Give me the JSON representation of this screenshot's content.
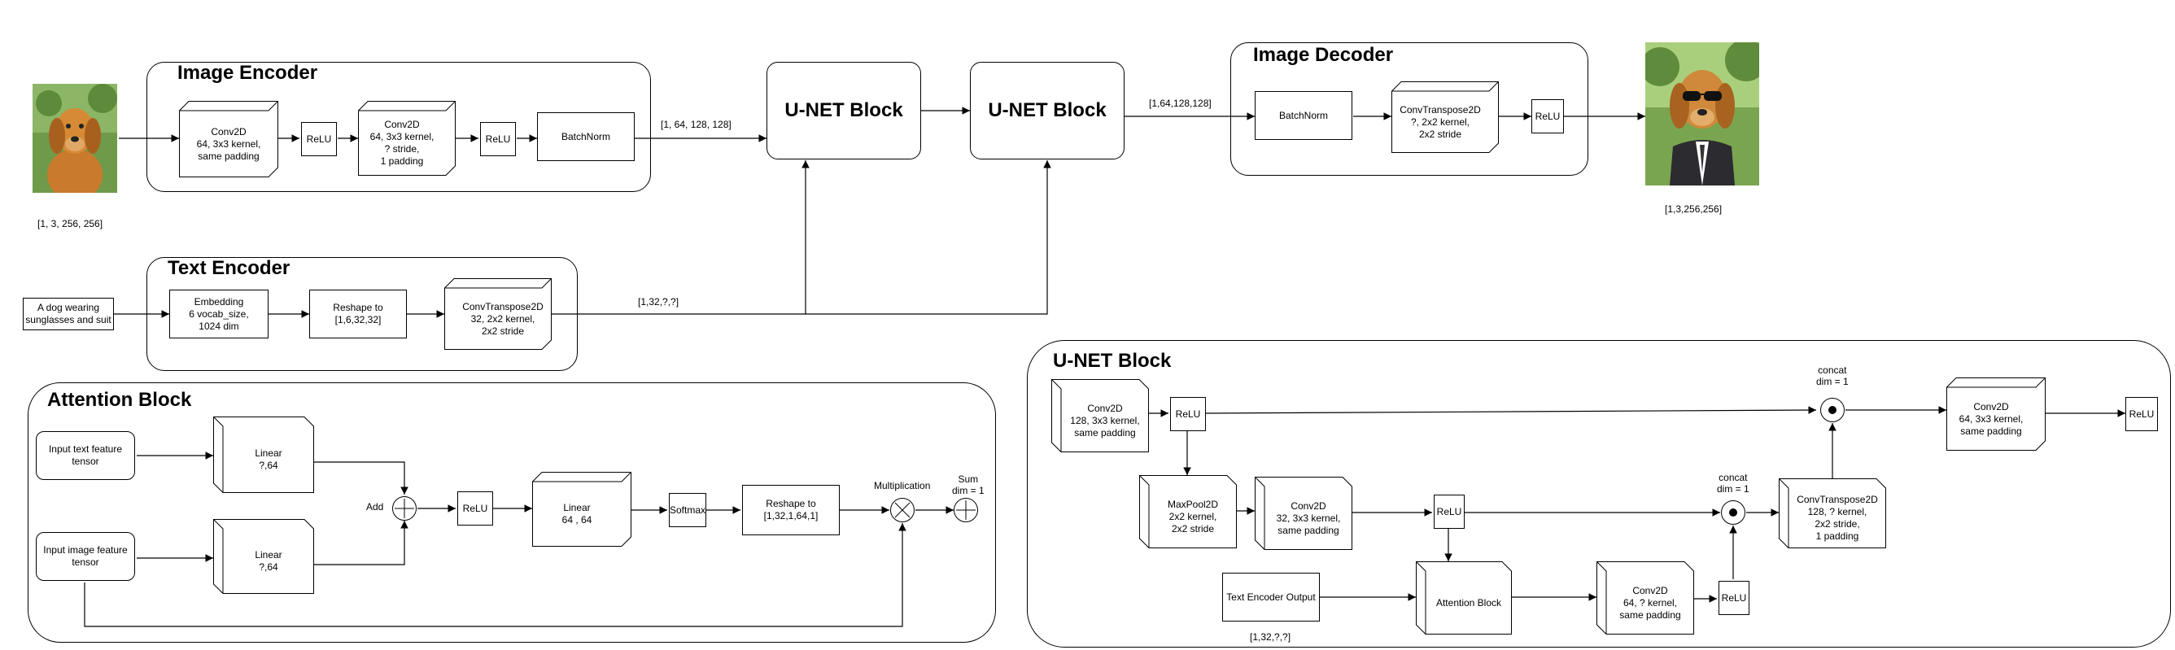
{
  "image_encoder": {
    "title": "Image Encoder",
    "conv1": "Conv2D\n64, 3x3 kernel,\nsame padding",
    "relu1": "ReLU",
    "conv2": "Conv2D\n64, 3x3 kernel,\n? stride,\n1 padding",
    "relu2": "ReLU",
    "batchnorm": "BatchNorm",
    "out_shape": "[1, 64, 128, 128]"
  },
  "input_image": {
    "shape": "[1, 3, 256, 256]"
  },
  "unet_blocks": {
    "block1": "U-NET Block",
    "block2": "U-NET Block",
    "between_shape": "[1,64,128,128]"
  },
  "image_decoder": {
    "title": "Image Decoder",
    "batchnorm": "BatchNorm",
    "convT": "ConvTranspose2D\n?, 2x2 kernel,\n2x2 stride",
    "relu": "ReLU"
  },
  "output_image": {
    "shape": "[1,3,256,256]"
  },
  "text_encoder": {
    "title": "Text Encoder",
    "input_text": "A dog wearing\nsunglasses and suit",
    "embedding": "Embedding\n6 vocab_size,\n1024 dim",
    "reshape": "Reshape to\n[1,6,32,32]",
    "convT": "ConvTranspose2D\n32, 2x2 kernel,\n2x2 stride",
    "out_shape": "[1,32,?,?]"
  },
  "attention_block": {
    "title": "Attention Block",
    "input_text": "Input text feature\ntensor",
    "input_image": "Input image feature\ntensor",
    "linear1": "Linear\n?,64",
    "linear2": "Linear\n?,64",
    "add_label": "Add",
    "relu": "ReLU",
    "linear3": "Linear\n64 , 64",
    "softmax": "Softmax",
    "reshape": "Reshape to\n[1,32,1,64,1]",
    "mult_label": "Multiplication",
    "sum_label": "Sum\ndim = 1"
  },
  "unet_detail": {
    "title": "U-NET Block",
    "conv1": "Conv2D\n128, 3x3 kernel,\nsame padding",
    "relu1": "ReLU",
    "maxpool": "MaxPool2D\n2x2 kernel,\n2x2 stride",
    "conv2": "Conv2D\n32, 3x3 kernel,\nsame padding",
    "relu2": "ReLU",
    "text_enc_out": "Text Encoder Output",
    "text_shape": "[1,32,?,?]",
    "attention": "Attention Block",
    "conv3": "Conv2D\n64, ? kernel,\nsame padding",
    "relu3": "ReLU",
    "concat1": "concat\ndim = 1",
    "convT": "ConvTranspose2D\n128, ? kernel,\n2x2 stride,\n1 padding",
    "concat2": "concat\ndim = 1",
    "conv4": "Conv2D\n64, 3x3 kernel,\nsame padding",
    "relu4": "ReLU"
  }
}
